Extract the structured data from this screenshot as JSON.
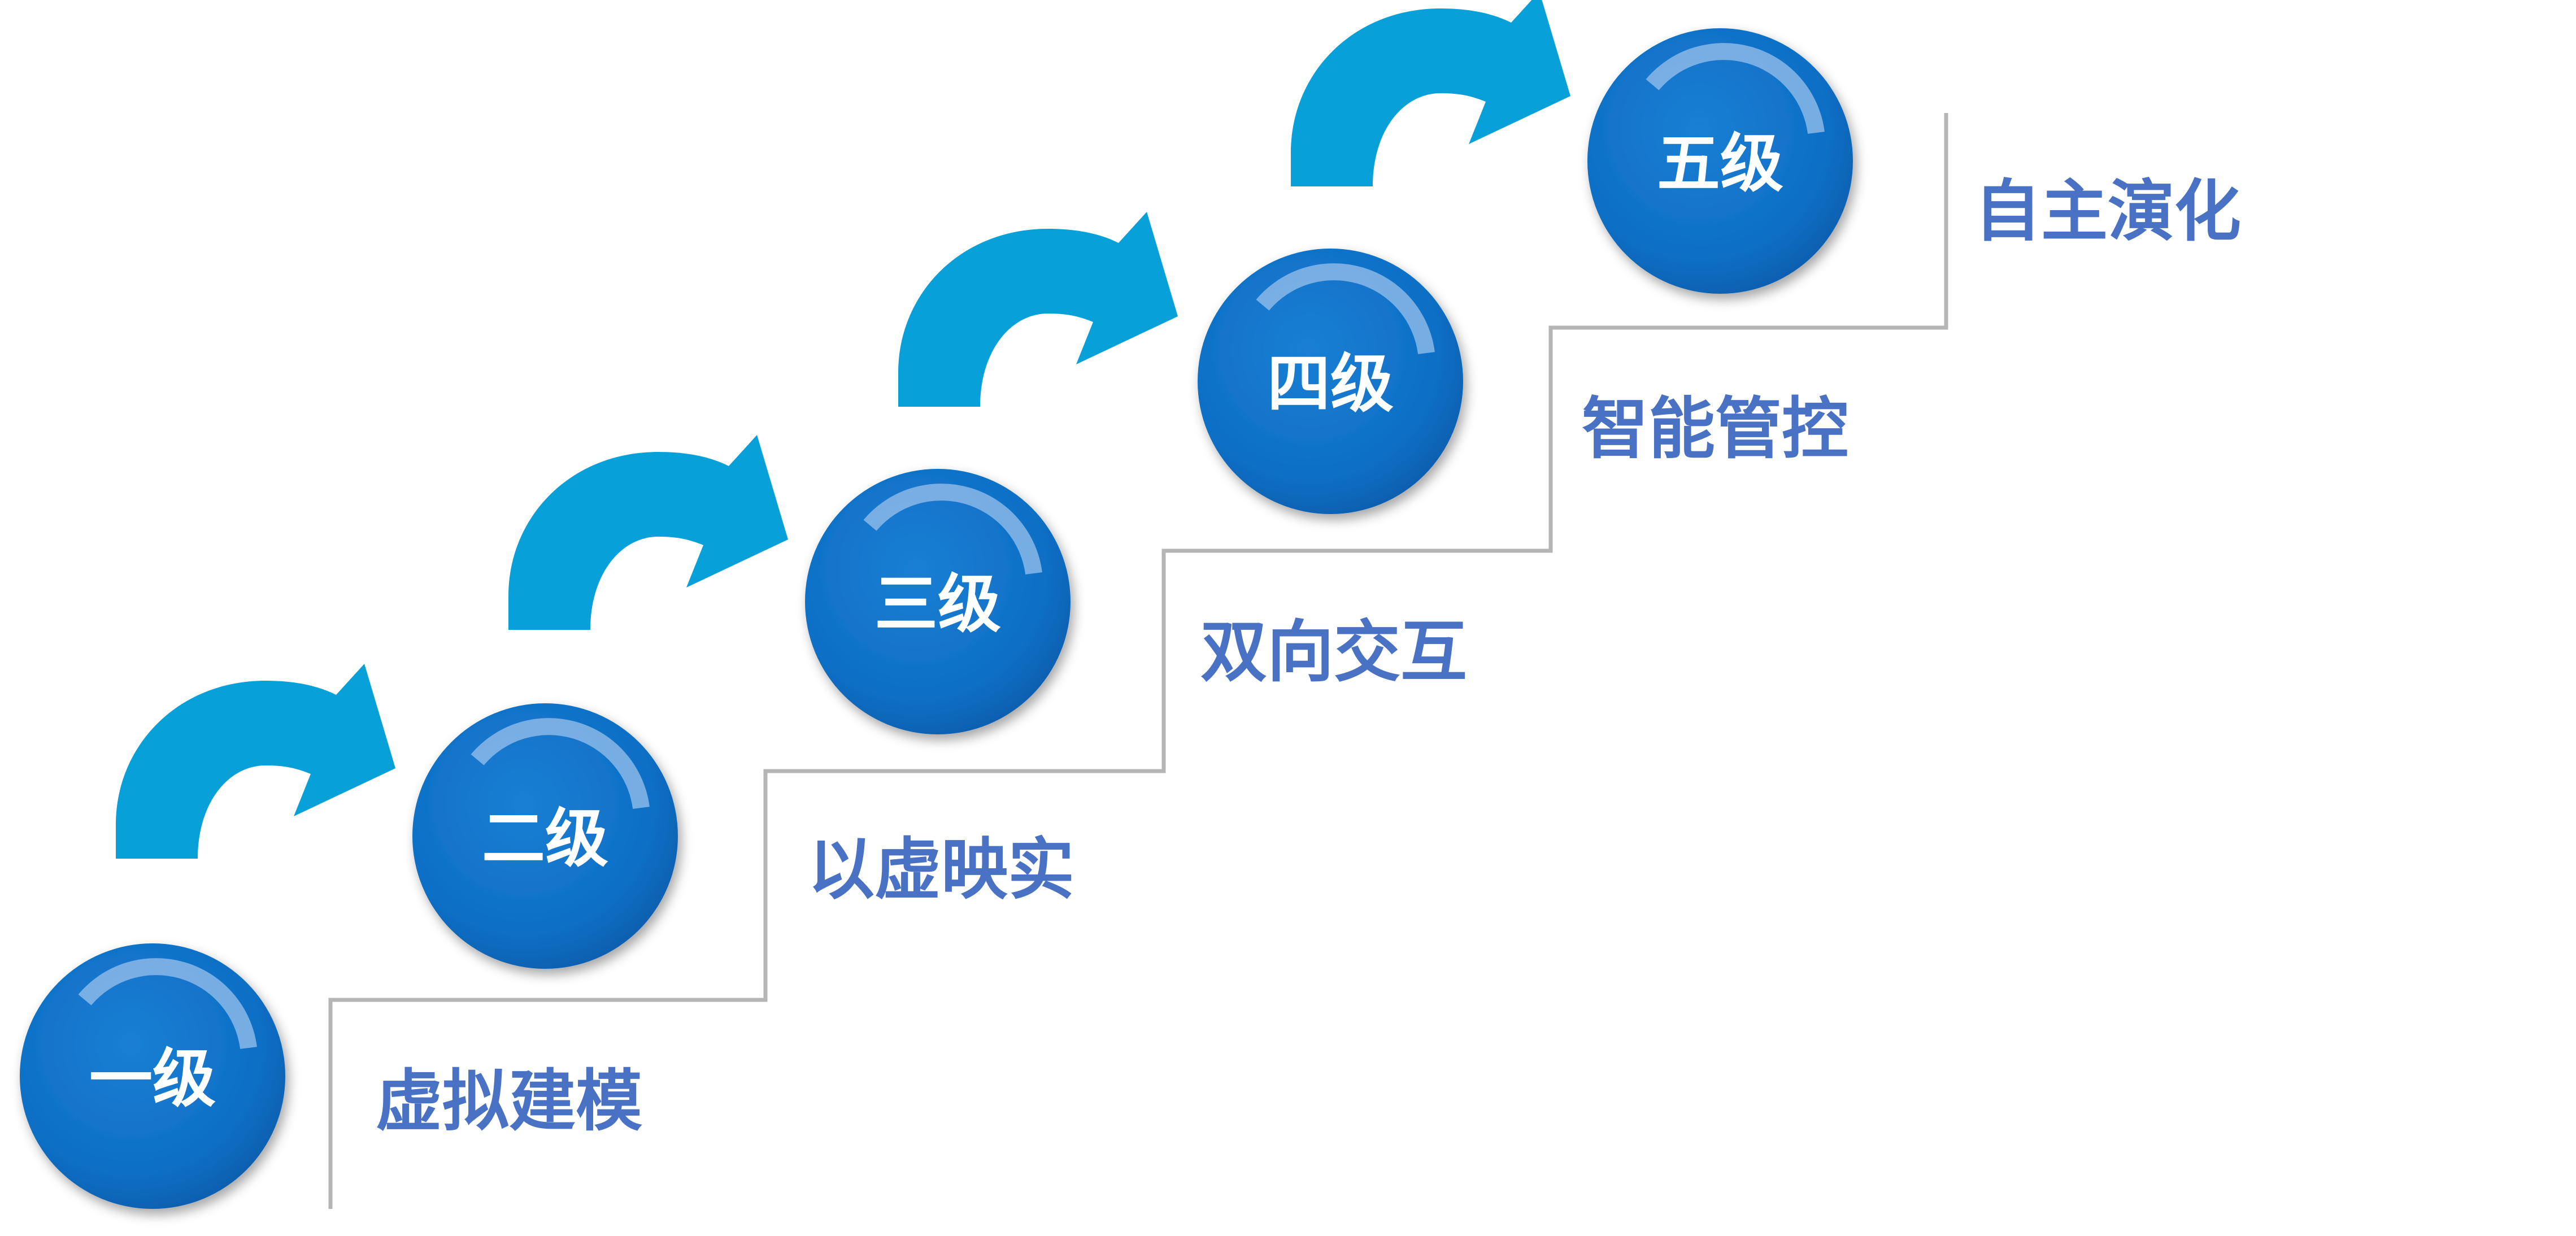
{
  "colors": {
    "circle_fill": "#0e6fc5",
    "circle_edge": "#0a58a8",
    "arrow_fill": "#08a0d8",
    "stair_line": "#b5b5b5",
    "label_text": "#4a72c4",
    "level_text": "#ffffff"
  },
  "levels": [
    {
      "level": "一级",
      "label": "虚拟建模"
    },
    {
      "level": "二级",
      "label": "以虚映实"
    },
    {
      "level": "三级",
      "label": "双向交互"
    },
    {
      "level": "四级",
      "label": "智能管控"
    },
    {
      "level": "五级",
      "label": "自主演化"
    }
  ],
  "arrow_icon": "curved-arrow-icon"
}
